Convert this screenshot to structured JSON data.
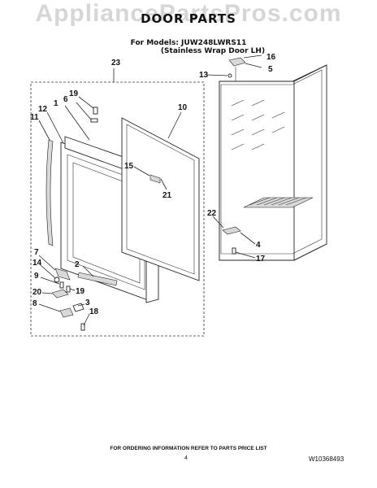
{
  "watermark": "AppliancePartsPros.com",
  "header": {
    "title": "DOOR PARTS",
    "models_line": "For Models: JUW248LWRS11",
    "variant_line": "(Stainless Wrap Door LH)"
  },
  "callouts": {
    "c23": "23",
    "c19a": "19",
    "c6": "6",
    "c1": "1",
    "c12": "12",
    "c11": "11",
    "c10": "10",
    "c16": "16",
    "c5": "5",
    "c13": "13",
    "c15": "15",
    "c21": "21",
    "c22": "22",
    "c4": "4",
    "c17": "17",
    "c7": "7",
    "c14": "14",
    "c2": "2",
    "c9": "9",
    "c19b": "19",
    "c20": "20",
    "c8": "8",
    "c3": "3",
    "c18": "18"
  },
  "footer": {
    "ordering_note": "FOR ORDERING INFORMATION REFER TO PARTS PRICE LIST",
    "page_number": "4",
    "doc_number": "W10368493"
  }
}
